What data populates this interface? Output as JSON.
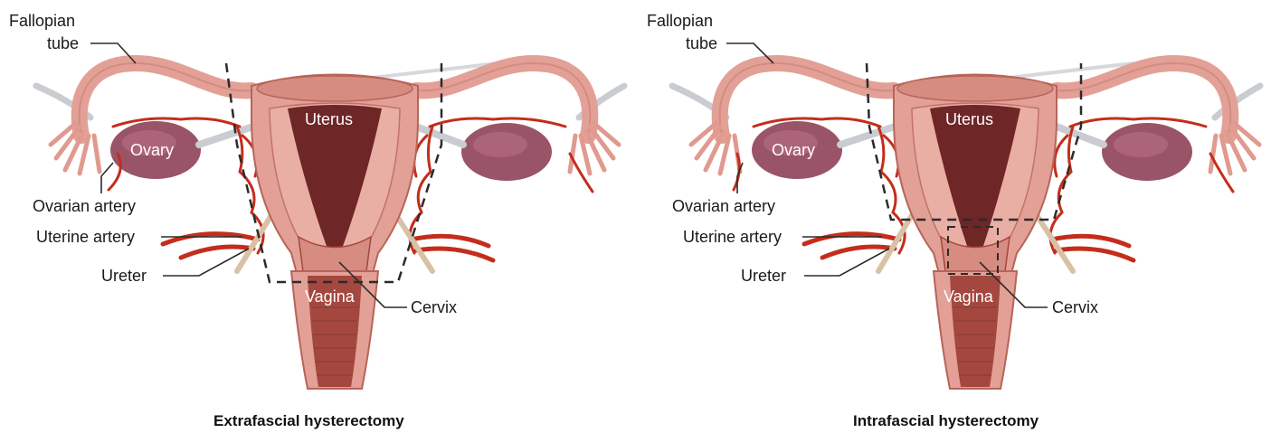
{
  "panels": [
    {
      "caption": "Extrafascial hysterectomy",
      "labels": {
        "fallopian_line1": "Fallopian",
        "fallopian_line2": "tube",
        "ovarian_artery": "Ovarian artery",
        "uterine_artery": "Uterine artery",
        "ureter": "Ureter",
        "ovary": "Ovary",
        "uterus": "Uterus",
        "vagina": "Vagina",
        "cervix": "Cervix"
      }
    },
    {
      "caption": "Intrafascial hysterectomy",
      "labels": {
        "fallopian_line1": "Fallopian",
        "fallopian_line2": "tube",
        "ovarian_artery": "Ovarian artery",
        "uterine_artery": "Uterine artery",
        "ureter": "Ureter",
        "ovary": "Ovary",
        "uterus": "Uterus",
        "vagina": "Vagina",
        "cervix": "Cervix"
      }
    }
  ],
  "colors": {
    "tissue": "#e3a096",
    "tissue_dark": "#a4483f",
    "cavity": "#6e2626",
    "ovary": "#9a5468",
    "artery": "#c42d1c",
    "ureter": "#d8c2a6",
    "ligament": "#c9ccd0"
  }
}
